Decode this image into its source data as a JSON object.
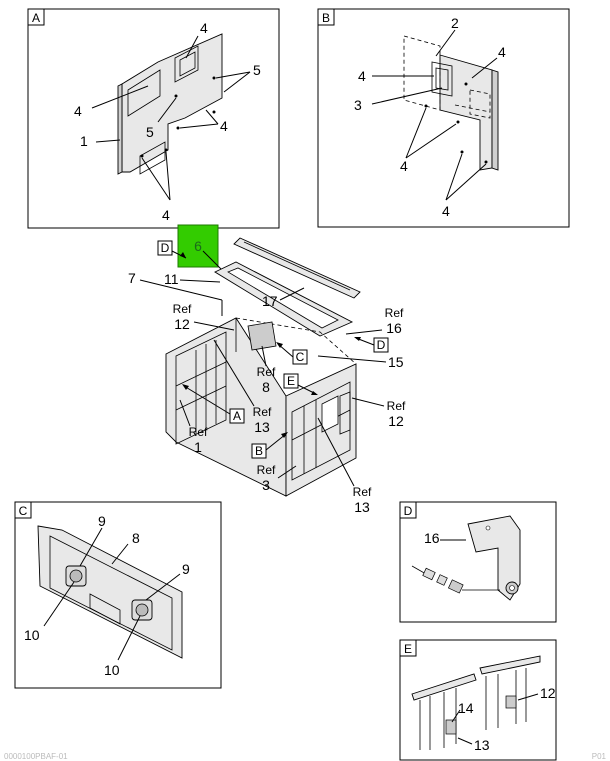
{
  "panels": {
    "A": {
      "label": "A",
      "callouts": [
        "4",
        "5",
        "4",
        "5",
        "4",
        "1",
        "4"
      ]
    },
    "B": {
      "label": "B",
      "callouts": [
        "2",
        "4",
        "4",
        "3",
        "4",
        "4"
      ]
    },
    "C": {
      "label": "C",
      "callouts": [
        "9",
        "8",
        "9",
        "10",
        "10"
      ]
    },
    "D": {
      "label": "D",
      "callouts": [
        "16"
      ]
    },
    "E": {
      "label": "E",
      "callouts": [
        "14",
        "12",
        "13"
      ]
    }
  },
  "main": {
    "highlight_label": "6",
    "view_tags": [
      "D",
      "C",
      "D",
      "E",
      "A",
      "B"
    ],
    "callouts": [
      "7",
      "11",
      "17",
      "15"
    ],
    "ref_word": "Ref",
    "ref_numbers": [
      "12",
      "16",
      "8",
      "1",
      "13",
      "12",
      "3",
      "13"
    ]
  },
  "footer": {
    "left": "0000100PBAF-01",
    "right": "P01"
  },
  "colors": {
    "highlight": "#33cc00",
    "line": "#000000"
  }
}
